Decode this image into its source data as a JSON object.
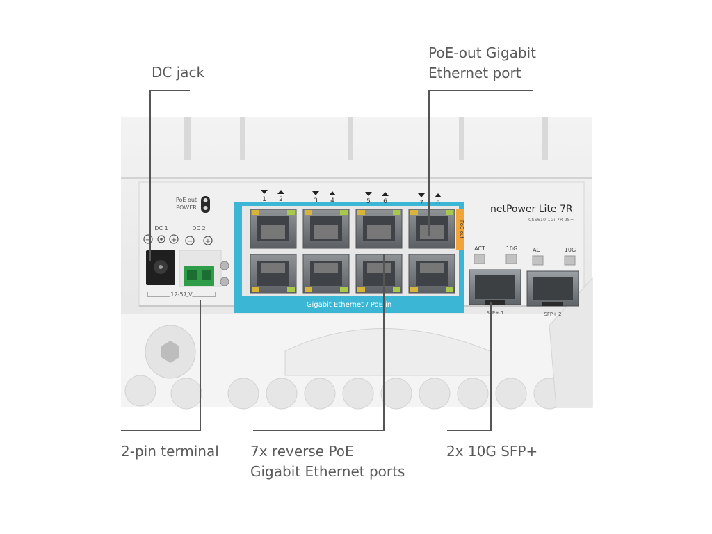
{
  "callouts": {
    "dc_jack": "DC jack",
    "poe_out_line1": "PoE-out Gigabit",
    "poe_out_line2": "Ethernet port",
    "terminal": "2-pin terminal",
    "reverse_poe_line1": "7x reverse PoE",
    "reverse_poe_line2": "Gigabit Ethernet ports",
    "sfp": "2x 10G SFP+"
  },
  "device": {
    "model": "netPower Lite 7R",
    "model_code": "CSS610-1Gi-7R-2S+",
    "led_poe_out": "PoE out",
    "led_power": "POWER",
    "dc1": "DC 1",
    "dc2": "DC 2",
    "voltage": "12-57 V",
    "minus": "−",
    "plus": "+",
    "ports": [
      "1",
      "2",
      "3",
      "4",
      "5",
      "6",
      "7",
      "8"
    ],
    "poe_out_tag": "PoE out",
    "ethernet_band": "Gigabit Ethernet / PoE in",
    "sfp_leds": [
      "ACT",
      "10G",
      "ACT",
      "10G"
    ],
    "sfp_labels": [
      "SFP+ 1",
      "SFP+ 2"
    ]
  },
  "colors": {
    "housing": "#ececec",
    "accent_cyan": "#3bb6d4",
    "poe_orange": "#f0a43a",
    "port_led_green": "#a9c94a",
    "port_led_amber": "#d9b43a",
    "terminal_green": "#2f9c4a",
    "leader_line": "#555555"
  }
}
